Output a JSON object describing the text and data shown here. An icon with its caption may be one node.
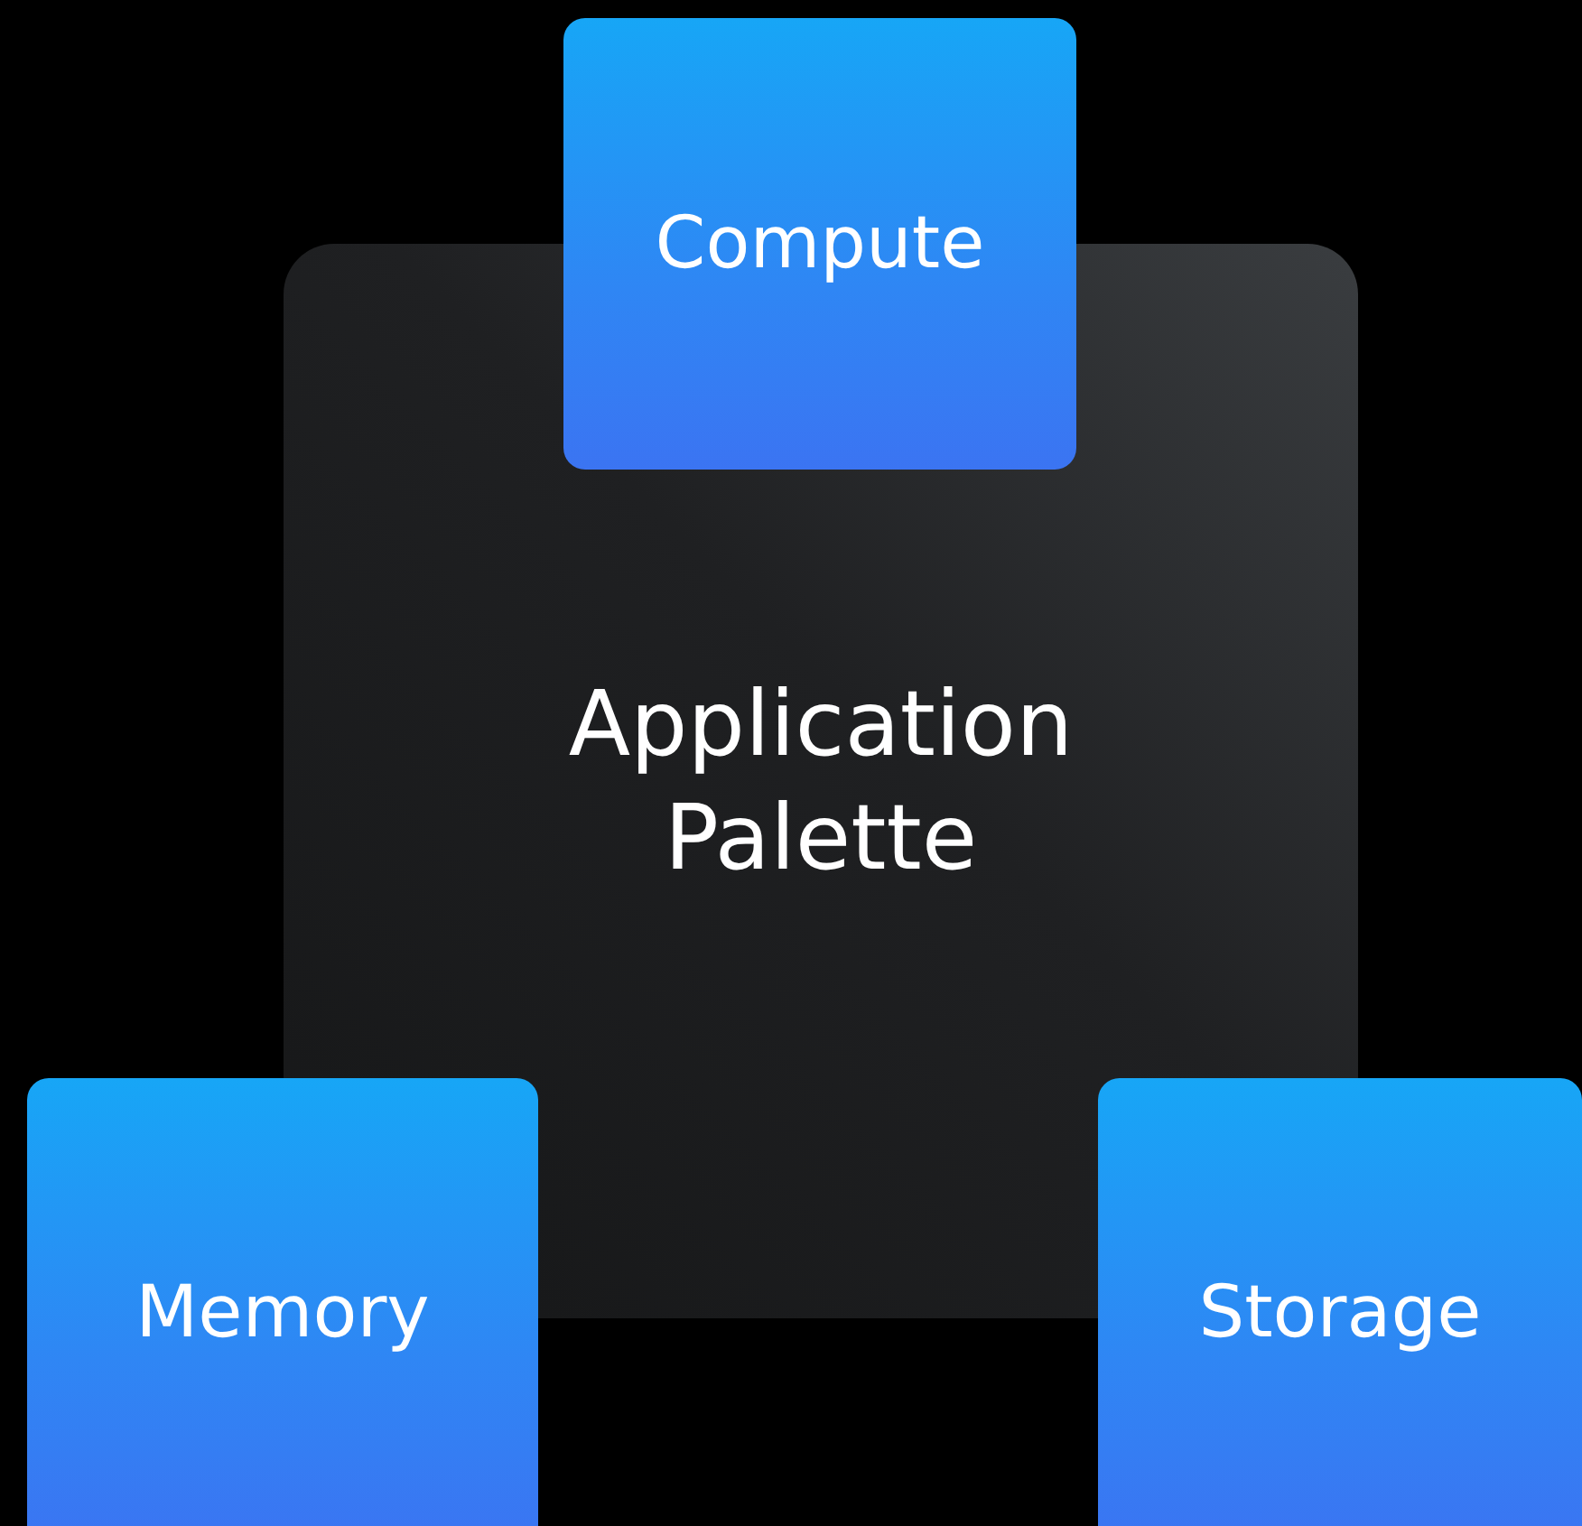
{
  "diagram": {
    "nodes": [
      {
        "text": [
          "Application Palette"
        ]
      },
      {
        "text": [
          "Compute"
        ]
      },
      {
        "text": [
          "Memory"
        ]
      },
      {
        "text": [
          "Storage"
        ]
      }
    ]
  }
}
